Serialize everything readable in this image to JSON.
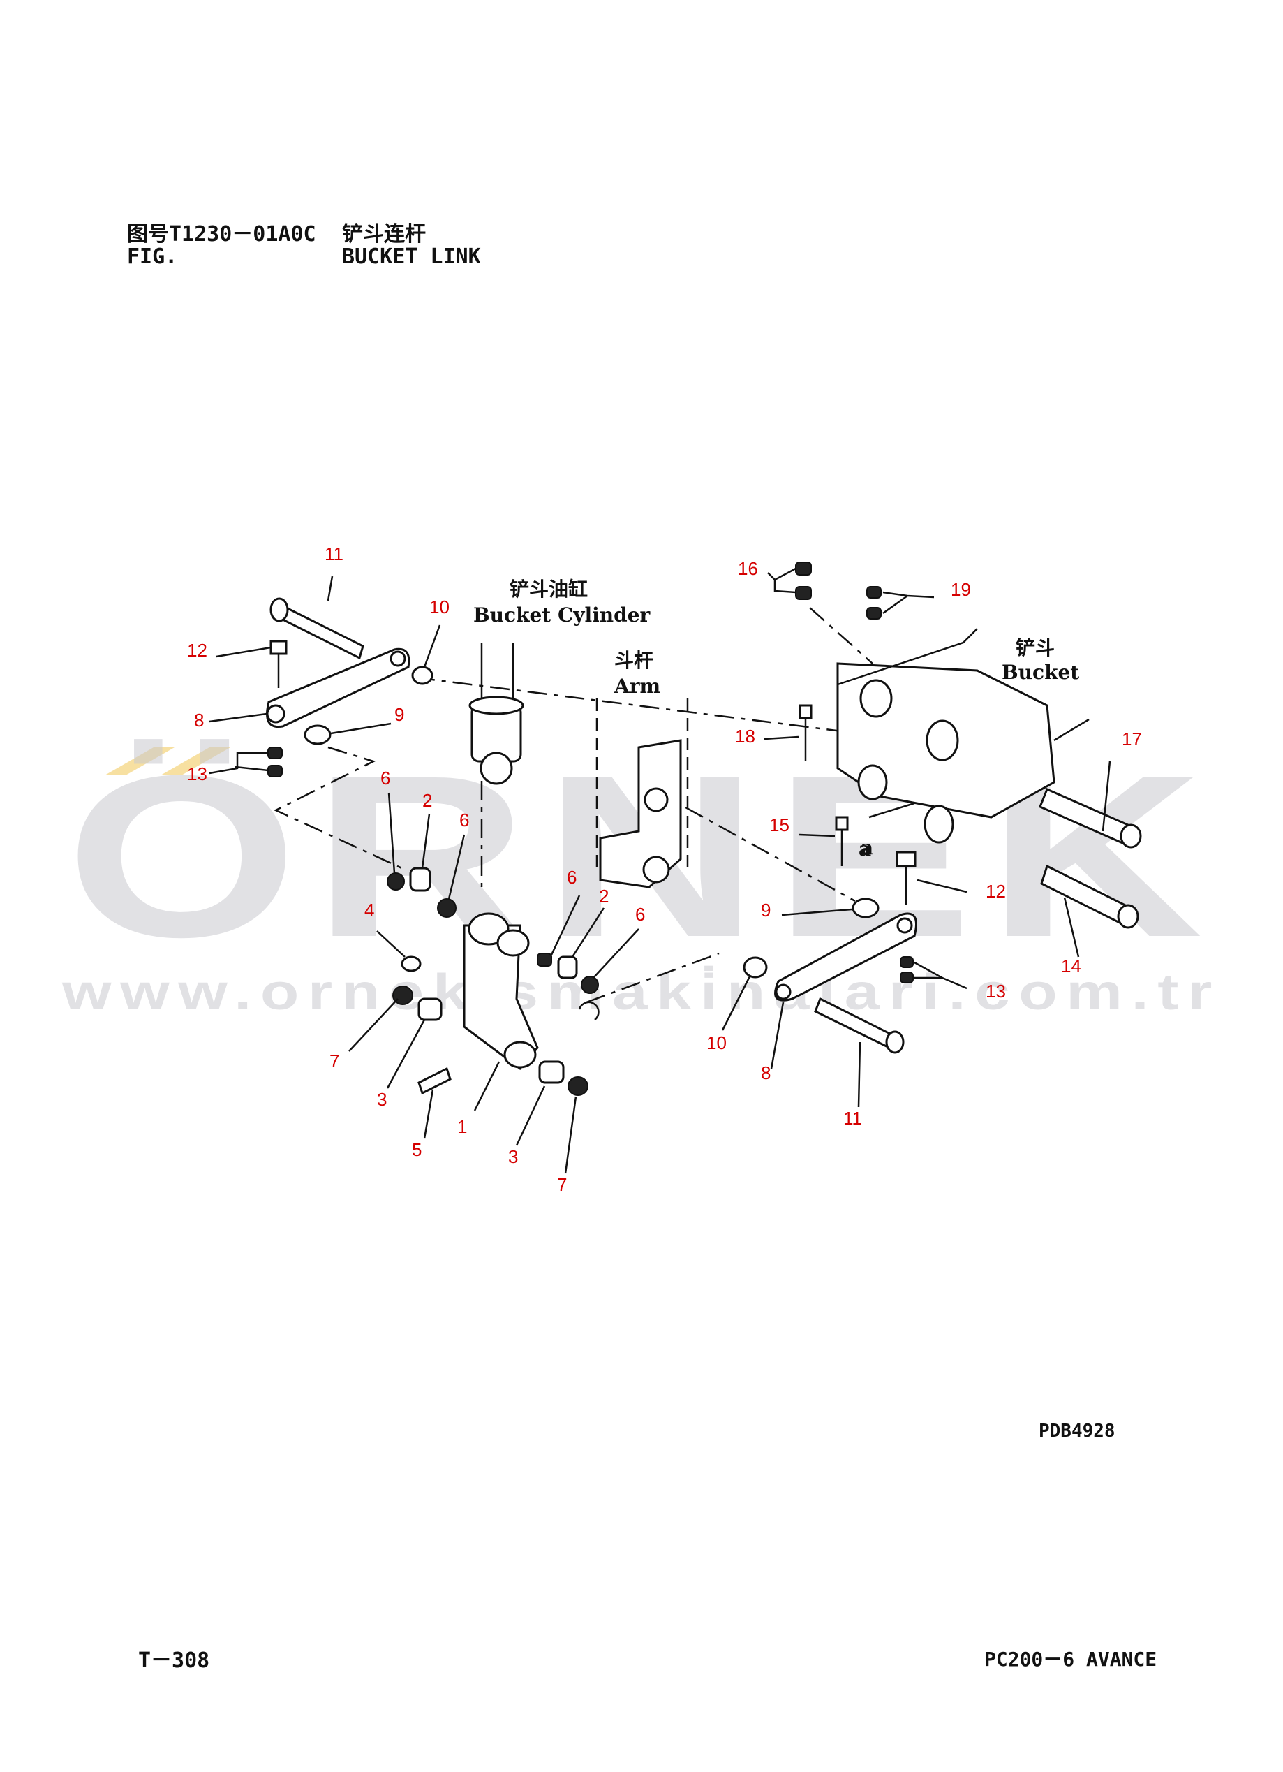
{
  "header": {
    "fig_prefix_cn": "图号",
    "fig_prefix_en": "FIG.",
    "fig_number": "T1230－01A0C",
    "title_cn": "铲斗连杆",
    "title_en": "BUCKET LINK"
  },
  "context_labels": {
    "bucket_cylinder_cn": "铲斗油缸",
    "bucket_cylinder_en": "Bucket Cylinder",
    "arm_cn": "斗杆",
    "arm_en": "Arm",
    "bucket_cn": "铲斗",
    "bucket_en": "Bucket",
    "ref_a1": "a",
    "ref_a2": "a"
  },
  "callouts": [
    {
      "text": "11"
    },
    {
      "text": "10"
    },
    {
      "text": "12"
    },
    {
      "text": "8"
    },
    {
      "text": "9"
    },
    {
      "text": "13"
    },
    {
      "text": "6"
    },
    {
      "text": "2"
    },
    {
      "text": "6"
    },
    {
      "text": "4"
    },
    {
      "text": "6"
    },
    {
      "text": "2"
    },
    {
      "text": "6"
    },
    {
      "text": "7"
    },
    {
      "text": "3"
    },
    {
      "text": "1"
    },
    {
      "text": "5"
    },
    {
      "text": "3"
    },
    {
      "text": "7"
    },
    {
      "text": "16"
    },
    {
      "text": "19"
    },
    {
      "text": "18"
    },
    {
      "text": "17"
    },
    {
      "text": "15"
    },
    {
      "text": "12"
    },
    {
      "text": "9"
    },
    {
      "text": "10"
    },
    {
      "text": "8"
    },
    {
      "text": "13"
    },
    {
      "text": "11"
    },
    {
      "text": "14"
    }
  ],
  "drawing_code": "PDB4928",
  "footer": {
    "page": "T－308",
    "model": "PC200－6 AVANCE"
  },
  "watermark": {
    "logo": "ÖRNEK",
    "url": "www.orneki̇smaki̇nalari.com.tr"
  }
}
